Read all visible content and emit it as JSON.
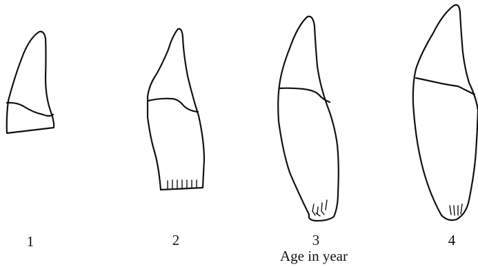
{
  "figure": {
    "stages": [
      {
        "label": "1"
      },
      {
        "label": "2"
      },
      {
        "label": "3"
      },
      {
        "label": "4"
      }
    ],
    "axis_title": "Age in year"
  }
}
